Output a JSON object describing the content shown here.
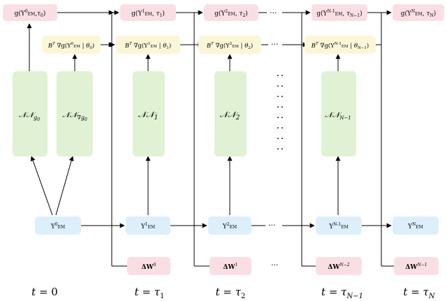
{
  "g_outputs": [
    {
      "base": "g(Y",
      "sup": "0",
      "sub": "EM",
      "tau": "τ",
      "tau_sub": "0"
    },
    {
      "base": "g(Y",
      "sup": "1",
      "sub": "EM",
      "tau": "τ",
      "tau_sub": "1"
    },
    {
      "base": "g(Y",
      "sup": "2",
      "sub": "EM",
      "tau": "τ",
      "tau_sub": "2"
    },
    {
      "base": "g(Y",
      "sup": "N-1",
      "sub": "EM",
      "tau": "τ",
      "tau_sub": "N−1"
    },
    {
      "base": "g(Y",
      "sup": "N",
      "sub": "EM",
      "tau": "τ",
      "tau_sub": "N"
    }
  ],
  "grad_terms": [
    {
      "prefix": "B",
      "prefix_sup": "T",
      "nabla": "∇g(Y",
      "sup": "0",
      "sub": "EM",
      "theta": "θ",
      "theta_sub": "0"
    },
    {
      "prefix": "B",
      "prefix_sup": "T",
      "nabla": "∇g(Y",
      "sup": "1",
      "sub": "EM",
      "theta": "θ",
      "theta_sub": "1"
    },
    {
      "prefix": "B",
      "prefix_sup": "T",
      "nabla": "∇g(Y",
      "sup": "2",
      "sub": "EM",
      "theta": "θ",
      "theta_sub": "2"
    },
    {
      "prefix": "B",
      "prefix_sup": "T",
      "nabla": "∇g(Y",
      "sup": "N-1",
      "sub": "EM",
      "theta": "θ",
      "theta_sub": "N−1"
    }
  ],
  "networks": [
    {
      "label": "𝒩𝒩",
      "sub": "g",
      "subsub": "0"
    },
    {
      "label": "𝒩𝒩",
      "sub": "∇g",
      "subsub": "0"
    },
    {
      "label": "𝒩𝒩",
      "sub": "1",
      "subsub": ""
    },
    {
      "label": "𝒩𝒩",
      "sub": "2",
      "subsub": ""
    },
    {
      "label": "𝒩𝒩",
      "sub": "N−1",
      "subsub": ""
    }
  ],
  "states": [
    {
      "base": "Y",
      "sup": "0",
      "sub": "EM"
    },
    {
      "base": "Y",
      "sup": "1",
      "sub": "EM"
    },
    {
      "base": "Y",
      "sup": "2",
      "sub": "EM"
    },
    {
      "base": "Y",
      "sup": "N-1",
      "sub": "EM"
    },
    {
      "base": "Y",
      "sup": "N",
      "sub": "EM"
    }
  ],
  "noise": [
    {
      "base": "ΔW",
      "sup": "0"
    },
    {
      "base": "ΔW",
      "sup": "1"
    },
    {
      "base": "ΔW",
      "sup": "N−2"
    },
    {
      "base": "ΔW",
      "sup": "N−1"
    }
  ],
  "times": [
    {
      "t": "t",
      "eq": " = ",
      "val": "0",
      "val_sub": ""
    },
    {
      "t": "t",
      "eq": " = ",
      "val": "τ",
      "val_sub": "1"
    },
    {
      "t": "t",
      "eq": " = ",
      "val": "τ",
      "val_sub": "2"
    },
    {
      "t": "t",
      "eq": " = ",
      "val": "τ",
      "val_sub": "N−1"
    },
    {
      "t": "t",
      "eq": " = ",
      "val": "τ",
      "val_sub": "N"
    }
  ],
  "ellipsis": {
    "horizontal": "···",
    "vertical_dot": "·"
  }
}
